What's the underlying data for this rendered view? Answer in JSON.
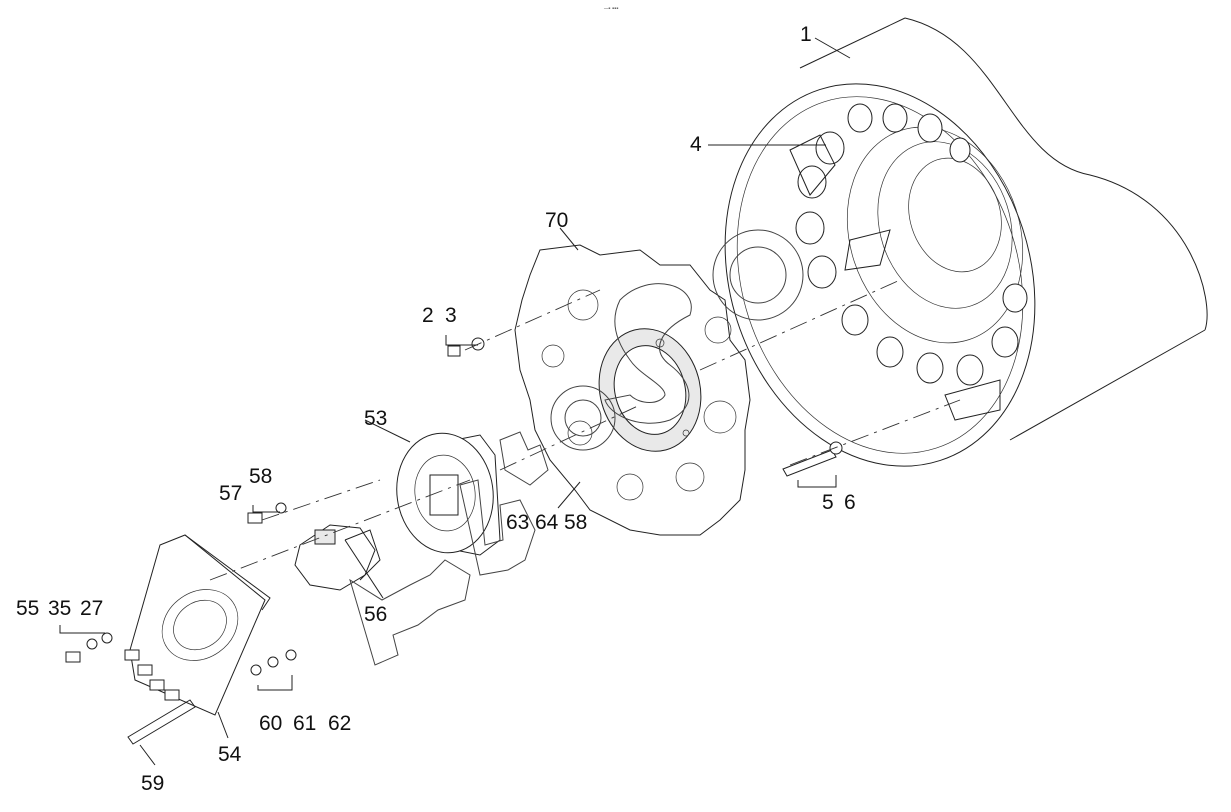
{
  "header": {
    "tiny_mark": "─▪ ▪▪▪"
  },
  "callouts": {
    "c1": "1",
    "c4": "4",
    "c70": "70",
    "c2": "2",
    "c3": "3",
    "c53": "53",
    "c57": "57",
    "c58a": "58",
    "c63": "63",
    "c64": "64",
    "c58b": "58",
    "c5": "5",
    "c6": "6",
    "c56": "56",
    "c55": "55",
    "c35": "35",
    "c27": "27",
    "c60": "60",
    "c61": "61",
    "c62": "62",
    "c54": "54",
    "c59": "59"
  }
}
